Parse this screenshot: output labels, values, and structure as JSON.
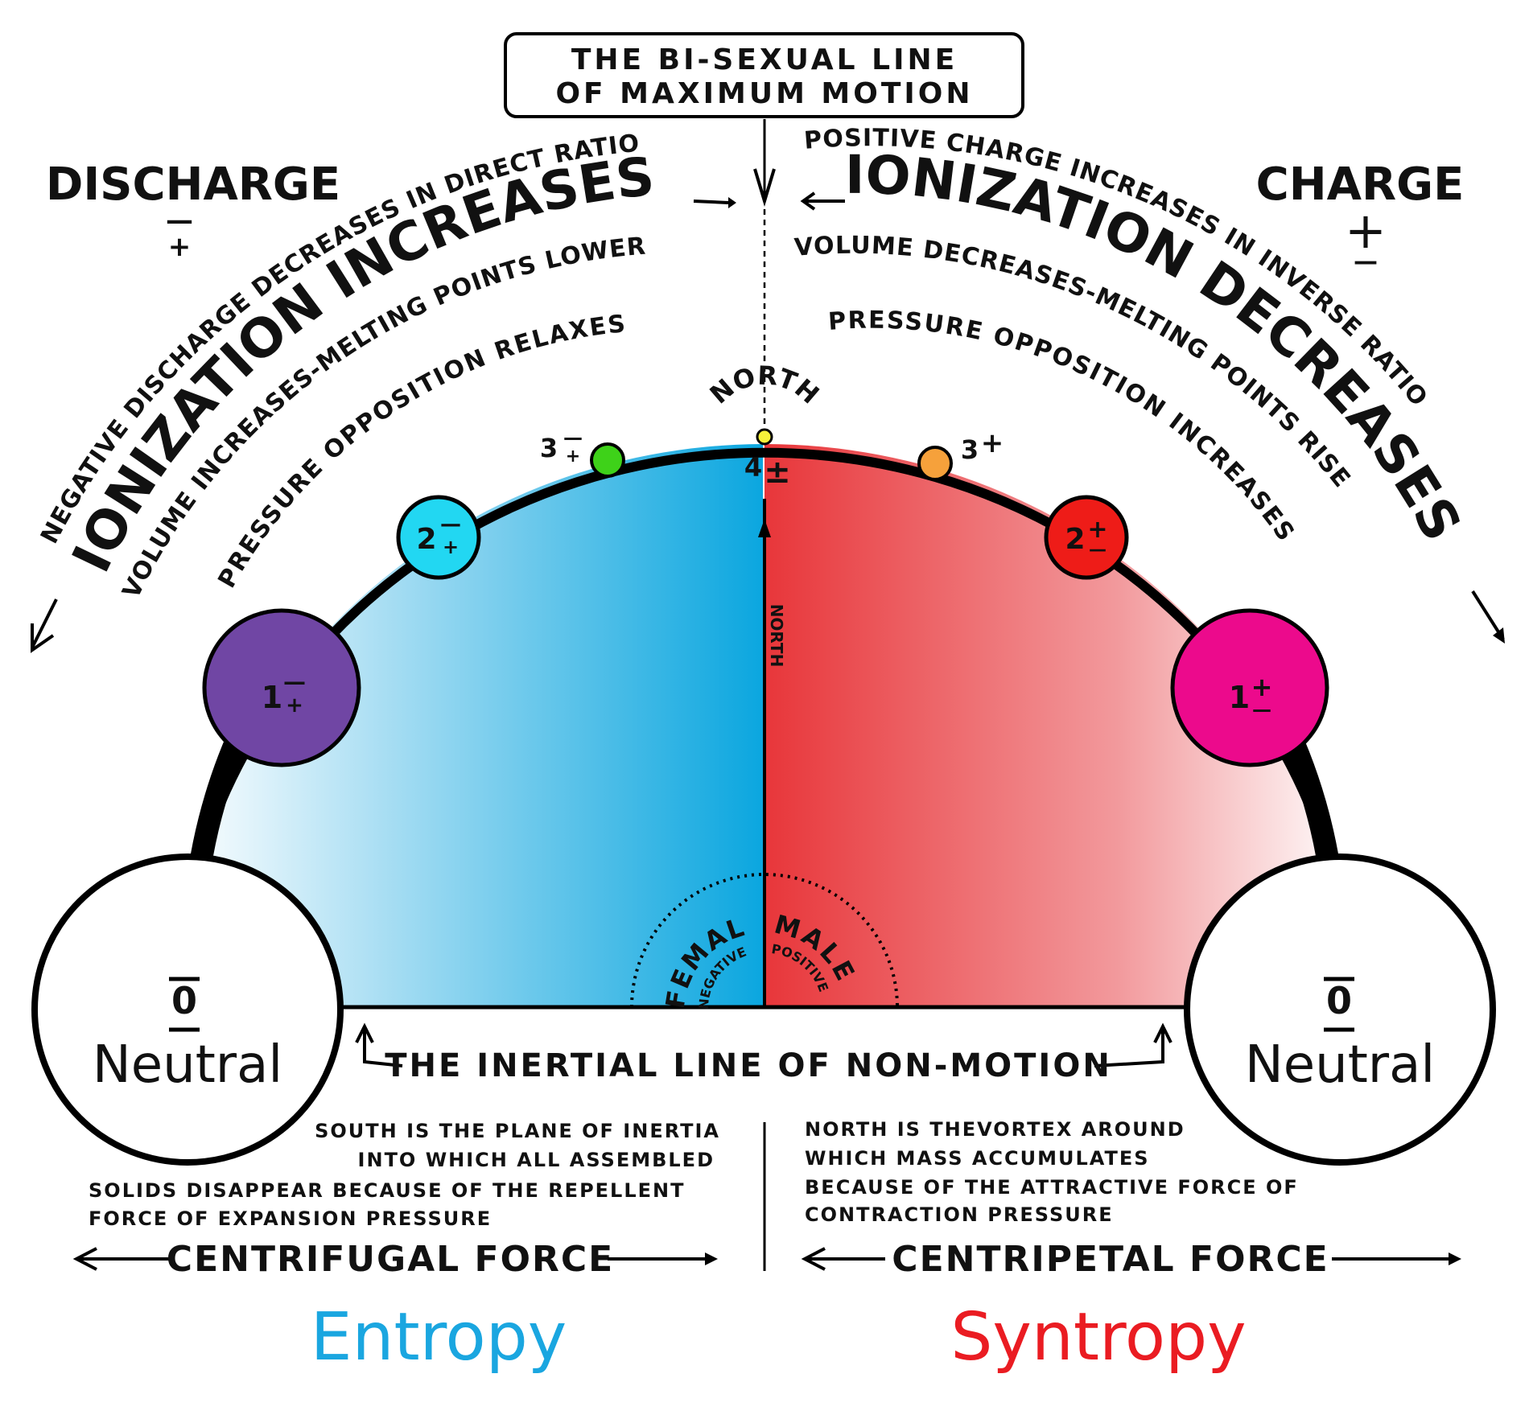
{
  "colors": {
    "entropy_blue": "#0aa6df",
    "syntropy_red": "#e8363a",
    "arc_black": "#000000",
    "node_1_left": "#7046a4",
    "node_2_left": "#22d7f2",
    "node_3_left": "#3ed219",
    "node_4_north": "#f6f13a",
    "node_3_right": "#f6a13b",
    "node_2_right": "#ee1c18",
    "node_1_right": "#ec0a8c",
    "entropy_text": "#1aa6e0",
    "syntropy_text": "#ea1c22"
  },
  "top_label": {
    "line1": "THE BI-SEXUAL LINE",
    "line2": "OF MAXIMUM MOTION"
  },
  "discharge": {
    "title": "DISCHARGE",
    "sign_top": "—",
    "sign_bottom": "+"
  },
  "charge": {
    "title": "CHARGE",
    "sign_top": "+",
    "sign_bottom": "—"
  },
  "left_arcs": {
    "outer": "NEGATIVE DISCHARGE DECREASES IN DIRECT RATIO",
    "big": "IONIZATION INCREASES",
    "middle": "VOLUME INCREASES-MELTING POINTS LOWER",
    "inner": "PRESSURE OPPOSITION RELAXES"
  },
  "right_arcs": {
    "outer": "POSITIVE CHARGE INCREASES IN INVERSE RATIO",
    "big": "IONIZATION DECREASES",
    "middle": "VOLUME DECREASES-MELTING POINTS RISE",
    "inner": "PRESSURE OPPOSITION INCREASES"
  },
  "north_top": "NORTH",
  "north_axis": "NORTH",
  "nodes": {
    "left_1": {
      "num": "1",
      "top": "—",
      "bottom": "+"
    },
    "left_2": {
      "num": "2",
      "top": "—",
      "bottom": "+"
    },
    "left_3": {
      "num": "3",
      "top": "—",
      "bottom": "+"
    },
    "center_4": {
      "num": "4",
      "sign": "±"
    },
    "right_3": {
      "num": "3",
      "sign": "+"
    },
    "right_2": {
      "num": "2",
      "top": "+",
      "bottom": "—"
    },
    "right_1": {
      "num": "1",
      "top": "+",
      "bottom": "—"
    }
  },
  "neutral_left": {
    "value": "0",
    "label": "Neutral"
  },
  "neutral_right": {
    "value": "0",
    "label": "Neutral"
  },
  "female": "FEMALE",
  "negative": "NEGATIVE",
  "male": "MALE",
  "positive": "POSITIVE",
  "inertial_line": "THE INERTIAL LINE OF NON-MOTION",
  "south_text": [
    "SOUTH IS THE PLANE OF INERTIA",
    "INTO WHICH ALL ASSEMBLED",
    "SOLIDS DISAPPEAR BECAUSE OF THE REPELLENT",
    "FORCE OF EXPANSION PRESSURE"
  ],
  "north_text": [
    "NORTH IS THEVORTEX AROUND",
    "WHICH MASS ACCUMULATES",
    "BECAUSE OF THE ATTRACTIVE FORCE OF",
    "CONTRACTION PRESSURE"
  ],
  "centrifugal": "CENTRIFUGAL FORCE",
  "centripetal": "CENTRIPETAL FORCE",
  "entropy": "Entropy",
  "syntropy": "Syntropy"
}
